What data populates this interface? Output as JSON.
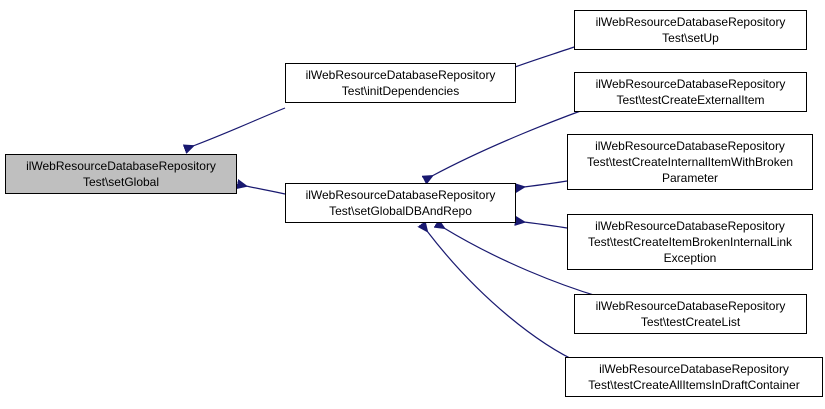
{
  "colors": {
    "edge": "#191970",
    "root_fill": "#bfbfbf",
    "node_fill": "#ffffff",
    "border": "#000000"
  },
  "nodes": {
    "root": {
      "line1": "ilWebResourceDatabaseRepository",
      "line2": "Test\\setGlobal"
    },
    "init": {
      "line1": "ilWebResourceDatabaseRepository",
      "line2": "Test\\initDependencies"
    },
    "setdb": {
      "line1": "ilWebResourceDatabaseRepository",
      "line2": "Test\\setGlobalDBAndRepo"
    },
    "setup": {
      "line1": "ilWebResourceDatabaseRepository",
      "line2": "Test\\setUp"
    },
    "ext": {
      "line1": "ilWebResourceDatabaseRepository",
      "line2": "Test\\testCreateExternalItem"
    },
    "intb": {
      "line1": "ilWebResourceDatabaseRepository",
      "line2": "Test\\testCreateInternalItemWithBroken",
      "line3": "Parameter"
    },
    "linkb": {
      "line1": "ilWebResourceDatabaseRepository",
      "line2": "Test\\testCreateItemBrokenInternalLink",
      "line3": "Exception"
    },
    "list": {
      "line1": "ilWebResourceDatabaseRepository",
      "line2": "Test\\testCreateList"
    },
    "draft": {
      "line1": "ilWebResourceDatabaseRepository",
      "line2": "Test\\testCreateAllItemsInDraftContainer"
    }
  }
}
